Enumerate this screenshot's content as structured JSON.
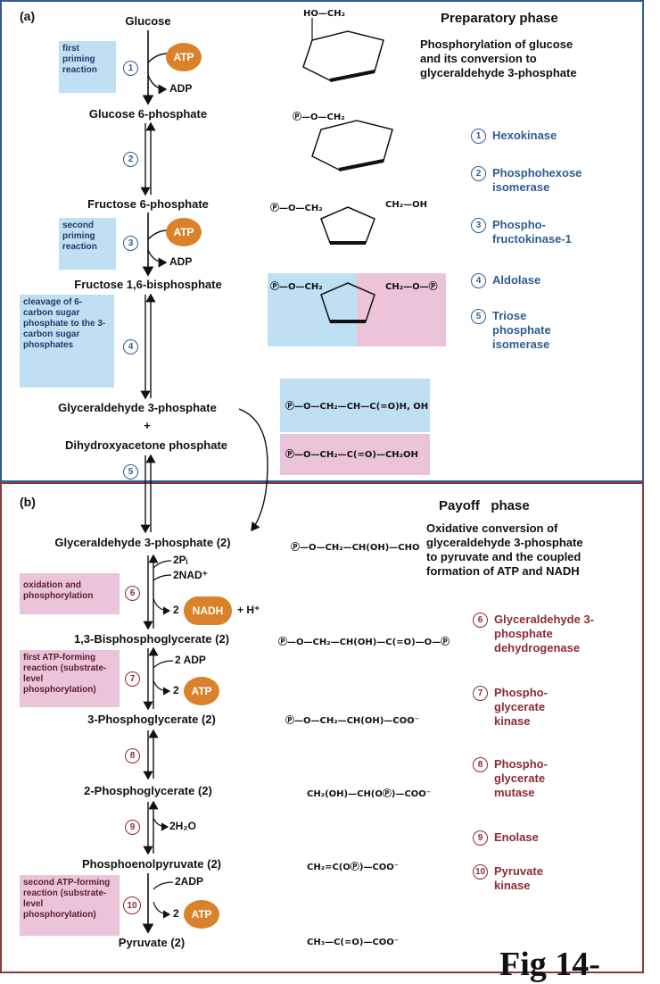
{
  "panel_a": {
    "label": "(a)",
    "phase_title": "Preparatory phase",
    "phase_desc": [
      "Phosphorylation of glucose",
      "and its conversion to",
      "glyceraldehyde 3-phosphate"
    ],
    "metabolites": [
      "Glucose",
      "Glucose 6-phosphate",
      "Fructose 6-phosphate",
      "Fructose 1,6-bisphosphate",
      "Glyceraldehyde 3-phosphate",
      "+",
      "Dihydroxyacetone phosphate"
    ],
    "notes": {
      "first_priming": "first priming reaction",
      "second_priming": "second priming reaction",
      "cleavage": "cleavage of 6-carbon sugar phosphate to the 3-carbon sugar phosphates"
    },
    "cofactors": {
      "atp": "ATP",
      "adp": "ADP"
    },
    "enzymes": [
      {
        "num": "1",
        "name": "Hexokinase"
      },
      {
        "num": "2",
        "name": "Phosphohexose isomerase"
      },
      {
        "num": "3",
        "name": "Phospho-fructokinase-1"
      },
      {
        "num": "4",
        "name": "Aldolase"
      },
      {
        "num": "5",
        "name": "Triose phosphate isomerase"
      }
    ],
    "structures": {
      "ga3p": "Ⓟ—O—CH₂—CH—C(=O)H, OH",
      "dhap": "Ⓟ—O—CH₂—C(=O)—CH₂OH"
    },
    "ring_labels": {
      "glucose_top": "HO—CH₂",
      "g6p_top": "Ⓟ—O—CH₂",
      "f6p_left": "Ⓟ—O—CH₂",
      "f6p_right": "CH₂—OH",
      "f16bp_left": "Ⓟ—O—CH₂",
      "f16bp_right": "CH₂—O—Ⓟ"
    }
  },
  "panel_b": {
    "label": "(b)",
    "phase_title": "Payoff   phase",
    "phase_desc": [
      "Oxidative conversion of",
      "glyceraldehyde 3-phosphate",
      "to pyruvate and the coupled",
      "formation of ATP and NADH"
    ],
    "metabolites": [
      "Glyceraldehyde 3-phosphate (2)",
      "1,3-Bisphosphoglycerate  (2)",
      "3-Phosphoglycerate  (2)",
      "2-Phosphoglycerate  (2)",
      "Phosphoenolpyruvate  (2)",
      "Pyruvate  (2)"
    ],
    "notes": {
      "oxidation": "oxidation and phosphorylation",
      "first_atp": "first ATP-forming reaction (substrate-level phosphorylation)",
      "second_atp": "second ATP-forming reaction (substrate-level phosphorylation)"
    },
    "cofactors": {
      "pi": "2Pᵢ",
      "nad": "2NAD⁺",
      "two": "2",
      "nadh": "NADH",
      "h_plus": "+ H⁺",
      "adp_1": "2 ADP",
      "atp": "ATP",
      "h2o": "2H₂O",
      "adp_2": "2ADP"
    },
    "enzymes": [
      {
        "num": "6",
        "name": "Glyceraldehyde 3-phosphate dehydrogenase"
      },
      {
        "num": "7",
        "name": "Phospho-glycerate kinase"
      },
      {
        "num": "8",
        "name": "Phospho-glycerate mutase"
      },
      {
        "num": "9",
        "name": "Enolase"
      },
      {
        "num": "10",
        "name": "Pyruvate kinase"
      }
    ],
    "structures": {
      "ga3p": "Ⓟ—O—CH₂—CH(OH)—CHO",
      "bpg": "Ⓟ—O—CH₂—CH(OH)—C(=O)—O—Ⓟ",
      "pg3": "Ⓟ—O—CH₂—CH(OH)—COO⁻",
      "pg2": "CH₂(OH)—CH(OⓅ)—COO⁻",
      "pep": "CH₂=C(OⓅ)—COO⁻",
      "pyruvate": "CH₃—C(=O)—COO⁻"
    }
  },
  "figure_label": "Fig 14-"
}
